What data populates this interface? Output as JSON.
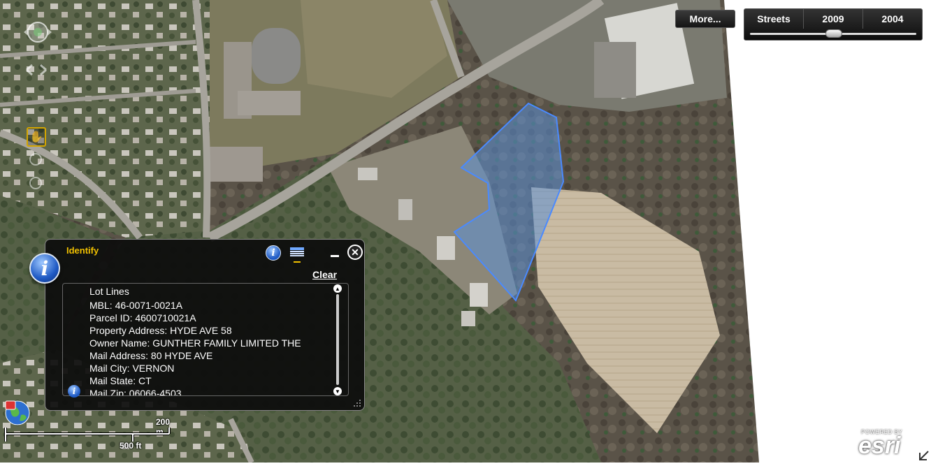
{
  "toolbar": {
    "more_label": "More...",
    "basemap_tabs": [
      "Streets",
      "2009",
      "2004"
    ],
    "slider_level": 0.5
  },
  "identify": {
    "title": "Identify",
    "clear_label": "Clear",
    "layer_name": "Lot Lines",
    "attributes": [
      "MBL: 46-0071-0021A",
      "Parcel ID: 4600710021A",
      "Property Address: HYDE AVE 58",
      "Owner Name: GUNTHER FAMILY LIMITED THE",
      "Mail Address: 80 HYDE AVE",
      "Mail City: VERNON",
      "Mail State: CT",
      "Mail Zip: 06066-4503"
    ]
  },
  "scale": {
    "metric_label": "200 m",
    "imperial_label": "500 ft"
  },
  "branding": {
    "powered_by": "POWERED BY",
    "logo": "esri"
  },
  "colors": {
    "parcel_fill": "#5b8fd6",
    "accent_yellow": "#f0c000",
    "panel_bg": "#0c0c0c"
  },
  "icons": {
    "navigation": [
      "pan-compass-icon",
      "zoom-arrows-icon",
      "pan-hand-icon",
      "zoom-slider-icon"
    ],
    "info": "info-icon",
    "table": "table-icon",
    "close": "close-icon",
    "globe": "globe-icon"
  }
}
